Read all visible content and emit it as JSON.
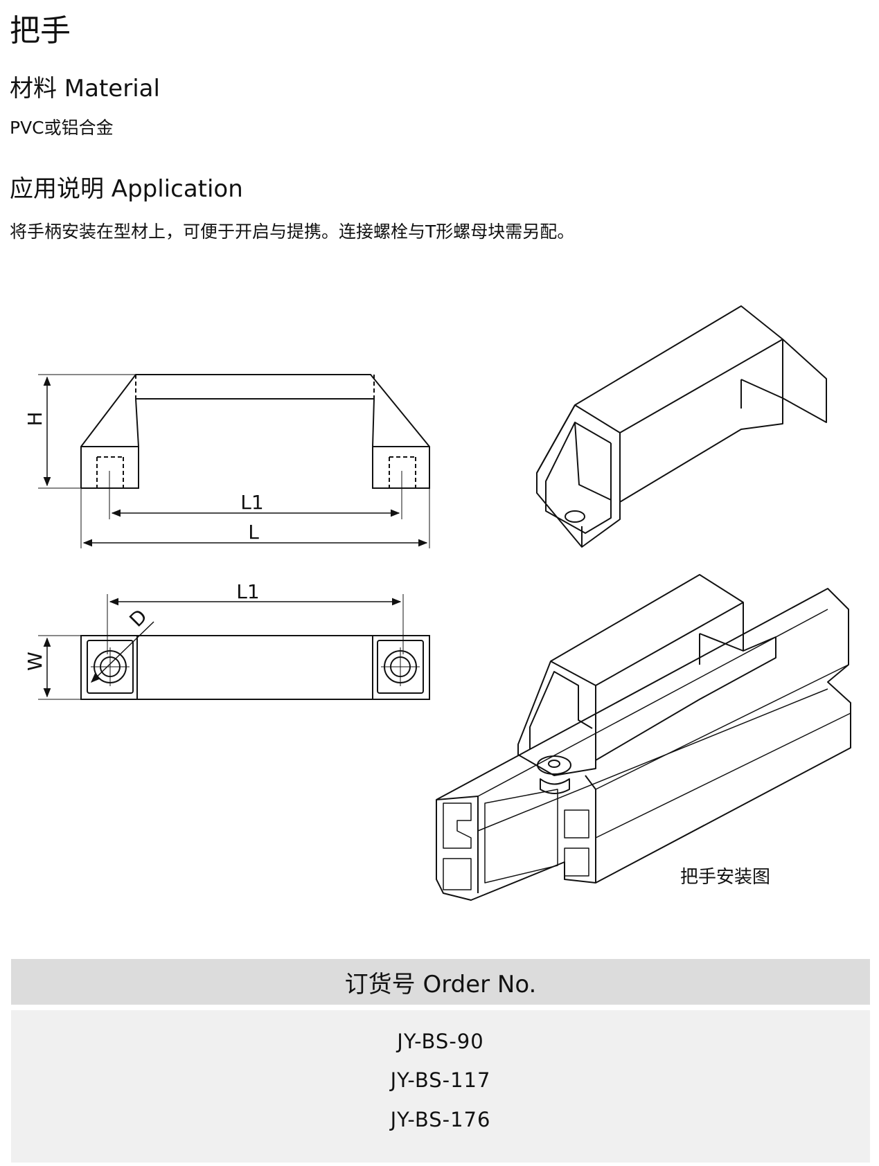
{
  "page": {
    "title": "把手",
    "material": {
      "heading": "材料 Material",
      "text": "PVC或铝合金"
    },
    "application": {
      "heading": "应用说明 Application",
      "text": "将手柄安装在型材上，可便于开启与提携。连接螺栓与T形螺母块需另配。"
    }
  },
  "drawing": {
    "labels": {
      "h": "H",
      "l1": "L1",
      "l": "L",
      "l1_top": "L1",
      "d": "D",
      "w": "W"
    },
    "caption": "把手安装图"
  },
  "order": {
    "header": "订货号 Order No.",
    "items": [
      "JY-BS-90",
      "JY-BS-117",
      "JY-BS-176"
    ]
  }
}
